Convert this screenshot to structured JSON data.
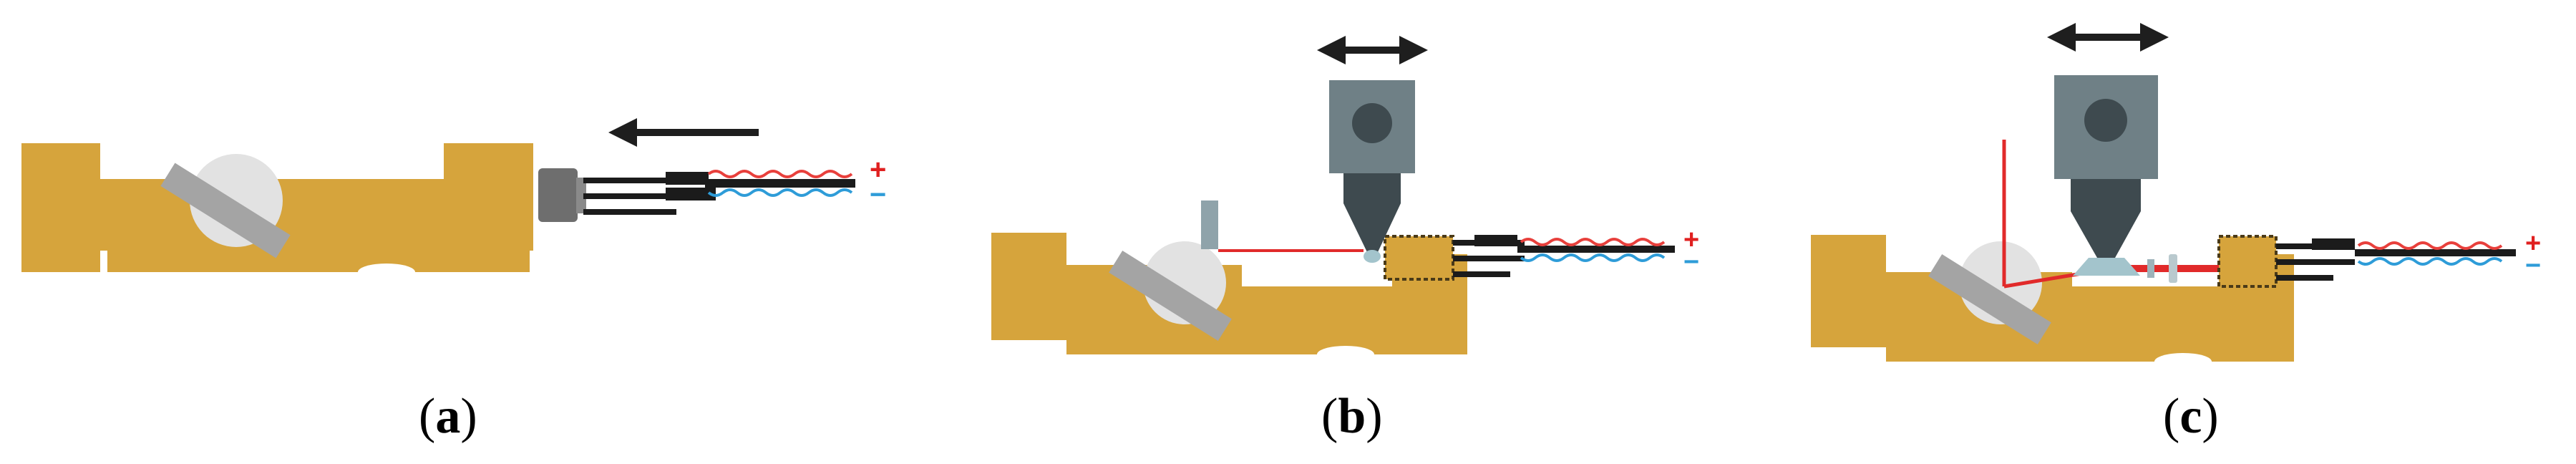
{
  "colors": {
    "block": "#D6A43C",
    "lens_dome": "#E2E2E2",
    "mirror": "#A4A4A4",
    "cable_black": "#1B1B1B",
    "wire_red": "#E8403C",
    "wire_blue": "#2E9CD8",
    "laser": "#E12A2A",
    "tool_body": "#6F8086",
    "tool_knob": "#3E4A4F",
    "plug": "#6E6E6E",
    "plus_sign": "#E02020",
    "minus_sign": "#2E9CD8",
    "arrow": "#1E1E1E"
  },
  "panels": [
    {
      "id": "a",
      "open": "(",
      "letter": "a",
      "close": ")",
      "icons": [
        "left-arrow-icon"
      ]
    },
    {
      "id": "b",
      "open": "(",
      "letter": "b",
      "close": ")",
      "icons": [
        "double-arrow-icon"
      ]
    },
    {
      "id": "c",
      "open": "(",
      "letter": "c",
      "close": ")",
      "icons": [
        "double-arrow-icon"
      ]
    }
  ],
  "polarity": {
    "plus": "+",
    "minus": "−"
  }
}
